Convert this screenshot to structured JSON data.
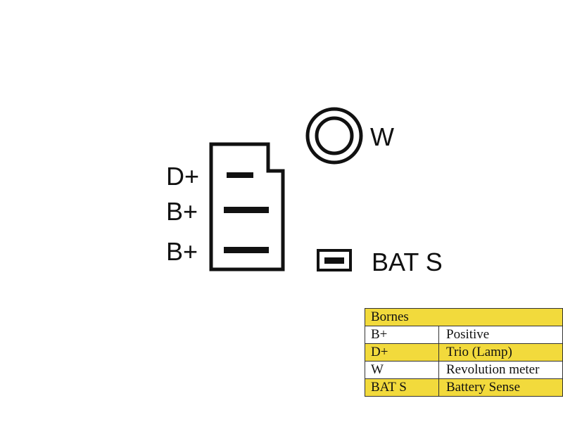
{
  "connector": {
    "pins": [
      {
        "label": "D+"
      },
      {
        "label": "B+"
      },
      {
        "label": "B+"
      }
    ]
  },
  "terminals": {
    "w_label": "W",
    "bats_label": "BAT S"
  },
  "legend": {
    "title": "Bornes",
    "rows": [
      {
        "code": "B+",
        "meaning": "Positive",
        "highlight": false
      },
      {
        "code": "D+",
        "meaning": "Trio (Lamp)",
        "highlight": true
      },
      {
        "code": "W",
        "meaning": "Revolution meter",
        "highlight": false
      },
      {
        "code": "BAT S",
        "meaning": "Battery Sense",
        "highlight": true
      }
    ]
  },
  "colors": {
    "ink": "#111111",
    "highlight": "#f2da3c"
  }
}
